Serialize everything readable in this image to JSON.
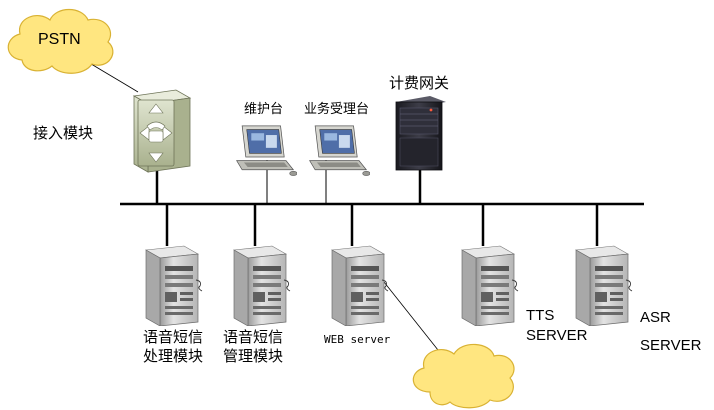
{
  "labels": {
    "pstn": "PSTN",
    "access_module": "接入模块",
    "maintenance_console": "维护台",
    "business_console": "业务受理台",
    "billing_gateway": "计费网关",
    "voice_sms_proc_line1": "语音短信",
    "voice_sms_proc_line2": "处理模块",
    "voice_sms_mgmt_line1": "语音短信",
    "voice_sms_mgmt_line2": "管理模块",
    "web_server": "WEB server",
    "tts_line1": "TTS",
    "tts_line2": "SERVER",
    "asr_line1": "ASR",
    "asr_line2": "SERVER"
  },
  "colors": {
    "cloud_fill": "#ffe680",
    "cloud_stroke": "#d9b233",
    "bus_line": "#000000",
    "server_body": "#cfcfcf",
    "gateway_body": "#2a2a33",
    "access_module_body": "#c8cfb4"
  },
  "icons": {
    "clouds": "cloud-icon",
    "access_module": "telephone-switch-icon",
    "consoles": "computer-terminal-icon",
    "gateway": "rack-server-icon",
    "servers": "tower-server-icon"
  }
}
